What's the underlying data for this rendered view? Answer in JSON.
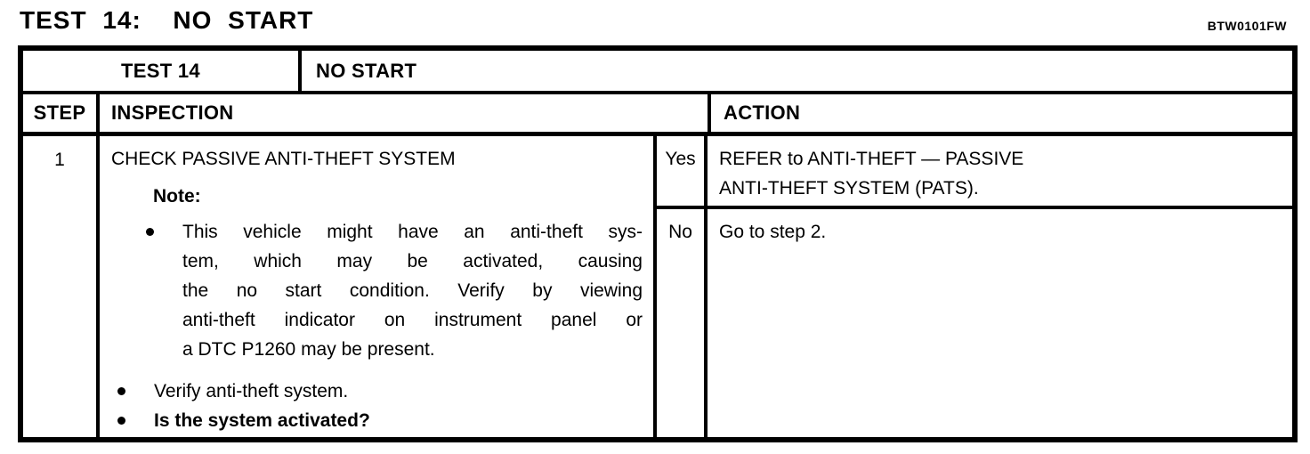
{
  "page": {
    "title": "TEST 14:  NO START",
    "doc_code": "BTW0101FW"
  },
  "table": {
    "header": {
      "test_label": "TEST 14",
      "test_name": "NO START"
    },
    "columns": {
      "step": "STEP",
      "inspection": "INSPECTION",
      "action": "ACTION"
    },
    "step1": {
      "number": "1",
      "inspection": {
        "title": "CHECK PASSIVE ANTI-THEFT SYSTEM",
        "note_label": "Note:",
        "note_lines": [
          "This vehicle might have an anti-theft sys-",
          "tem, which may be activated, causing",
          "the no start condition.  Verify by viewing",
          "anti-theft indicator on instrument panel or",
          "a DTC P1260 may be present."
        ],
        "bullets": [
          {
            "text": "Verify anti-theft system."
          },
          {
            "text": "Is the system activated?"
          }
        ]
      },
      "results": [
        {
          "answer": "Yes",
          "action_lines": [
            "REFER to ANTI-THEFT — PASSIVE",
            "ANTI-THEFT SYSTEM (PATS)."
          ]
        },
        {
          "answer": "No",
          "action_lines": [
            "Go to step 2.",
            ""
          ]
        }
      ]
    }
  }
}
